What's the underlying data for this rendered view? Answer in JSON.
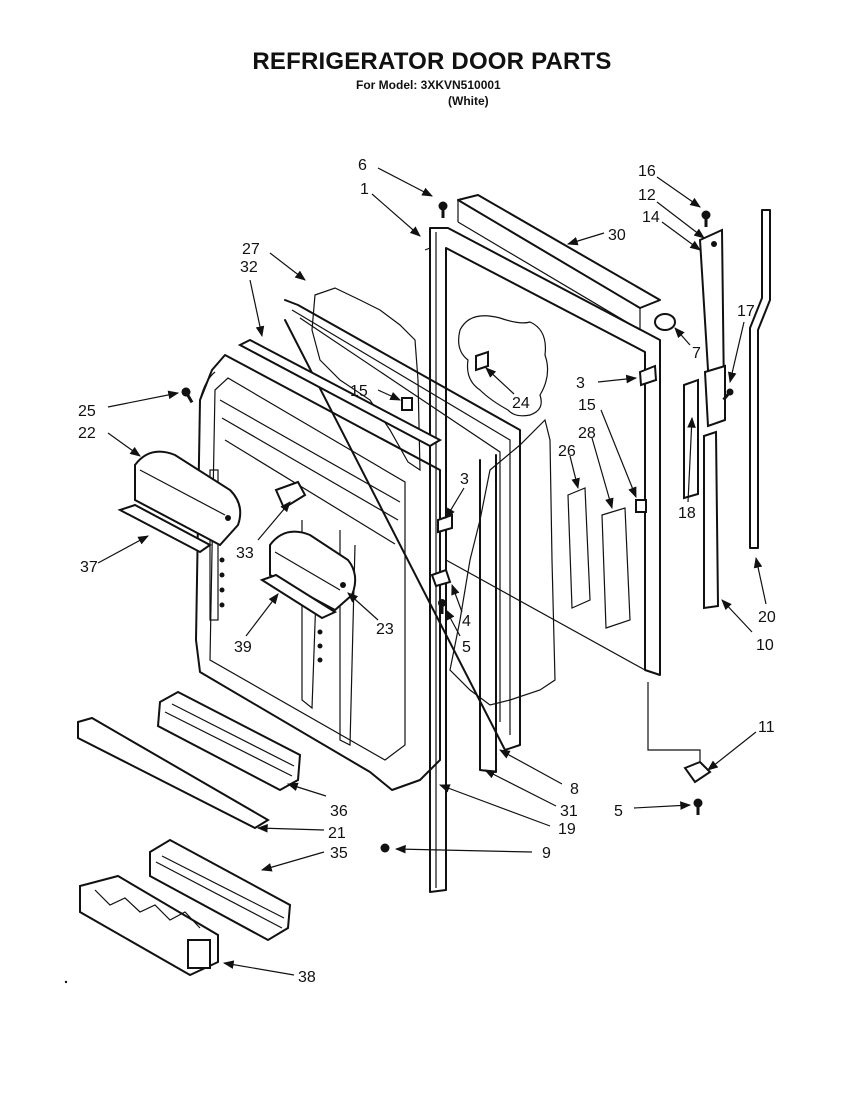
{
  "header": {
    "title": "REFRIGERATOR DOOR PARTS",
    "model": "For Model: 3XKVN510001",
    "variant": "(White)"
  },
  "callouts": [
    "6",
    "1",
    "30",
    "16",
    "12",
    "14",
    "27",
    "32",
    "7",
    "17",
    "15",
    "24",
    "3",
    "25",
    "22",
    "15",
    "28",
    "26",
    "3",
    "18",
    "20",
    "33",
    "37",
    "4",
    "5",
    "23",
    "39",
    "10",
    "11",
    "8",
    "36",
    "31",
    "21",
    "19",
    "5",
    "9",
    "35",
    "38"
  ]
}
